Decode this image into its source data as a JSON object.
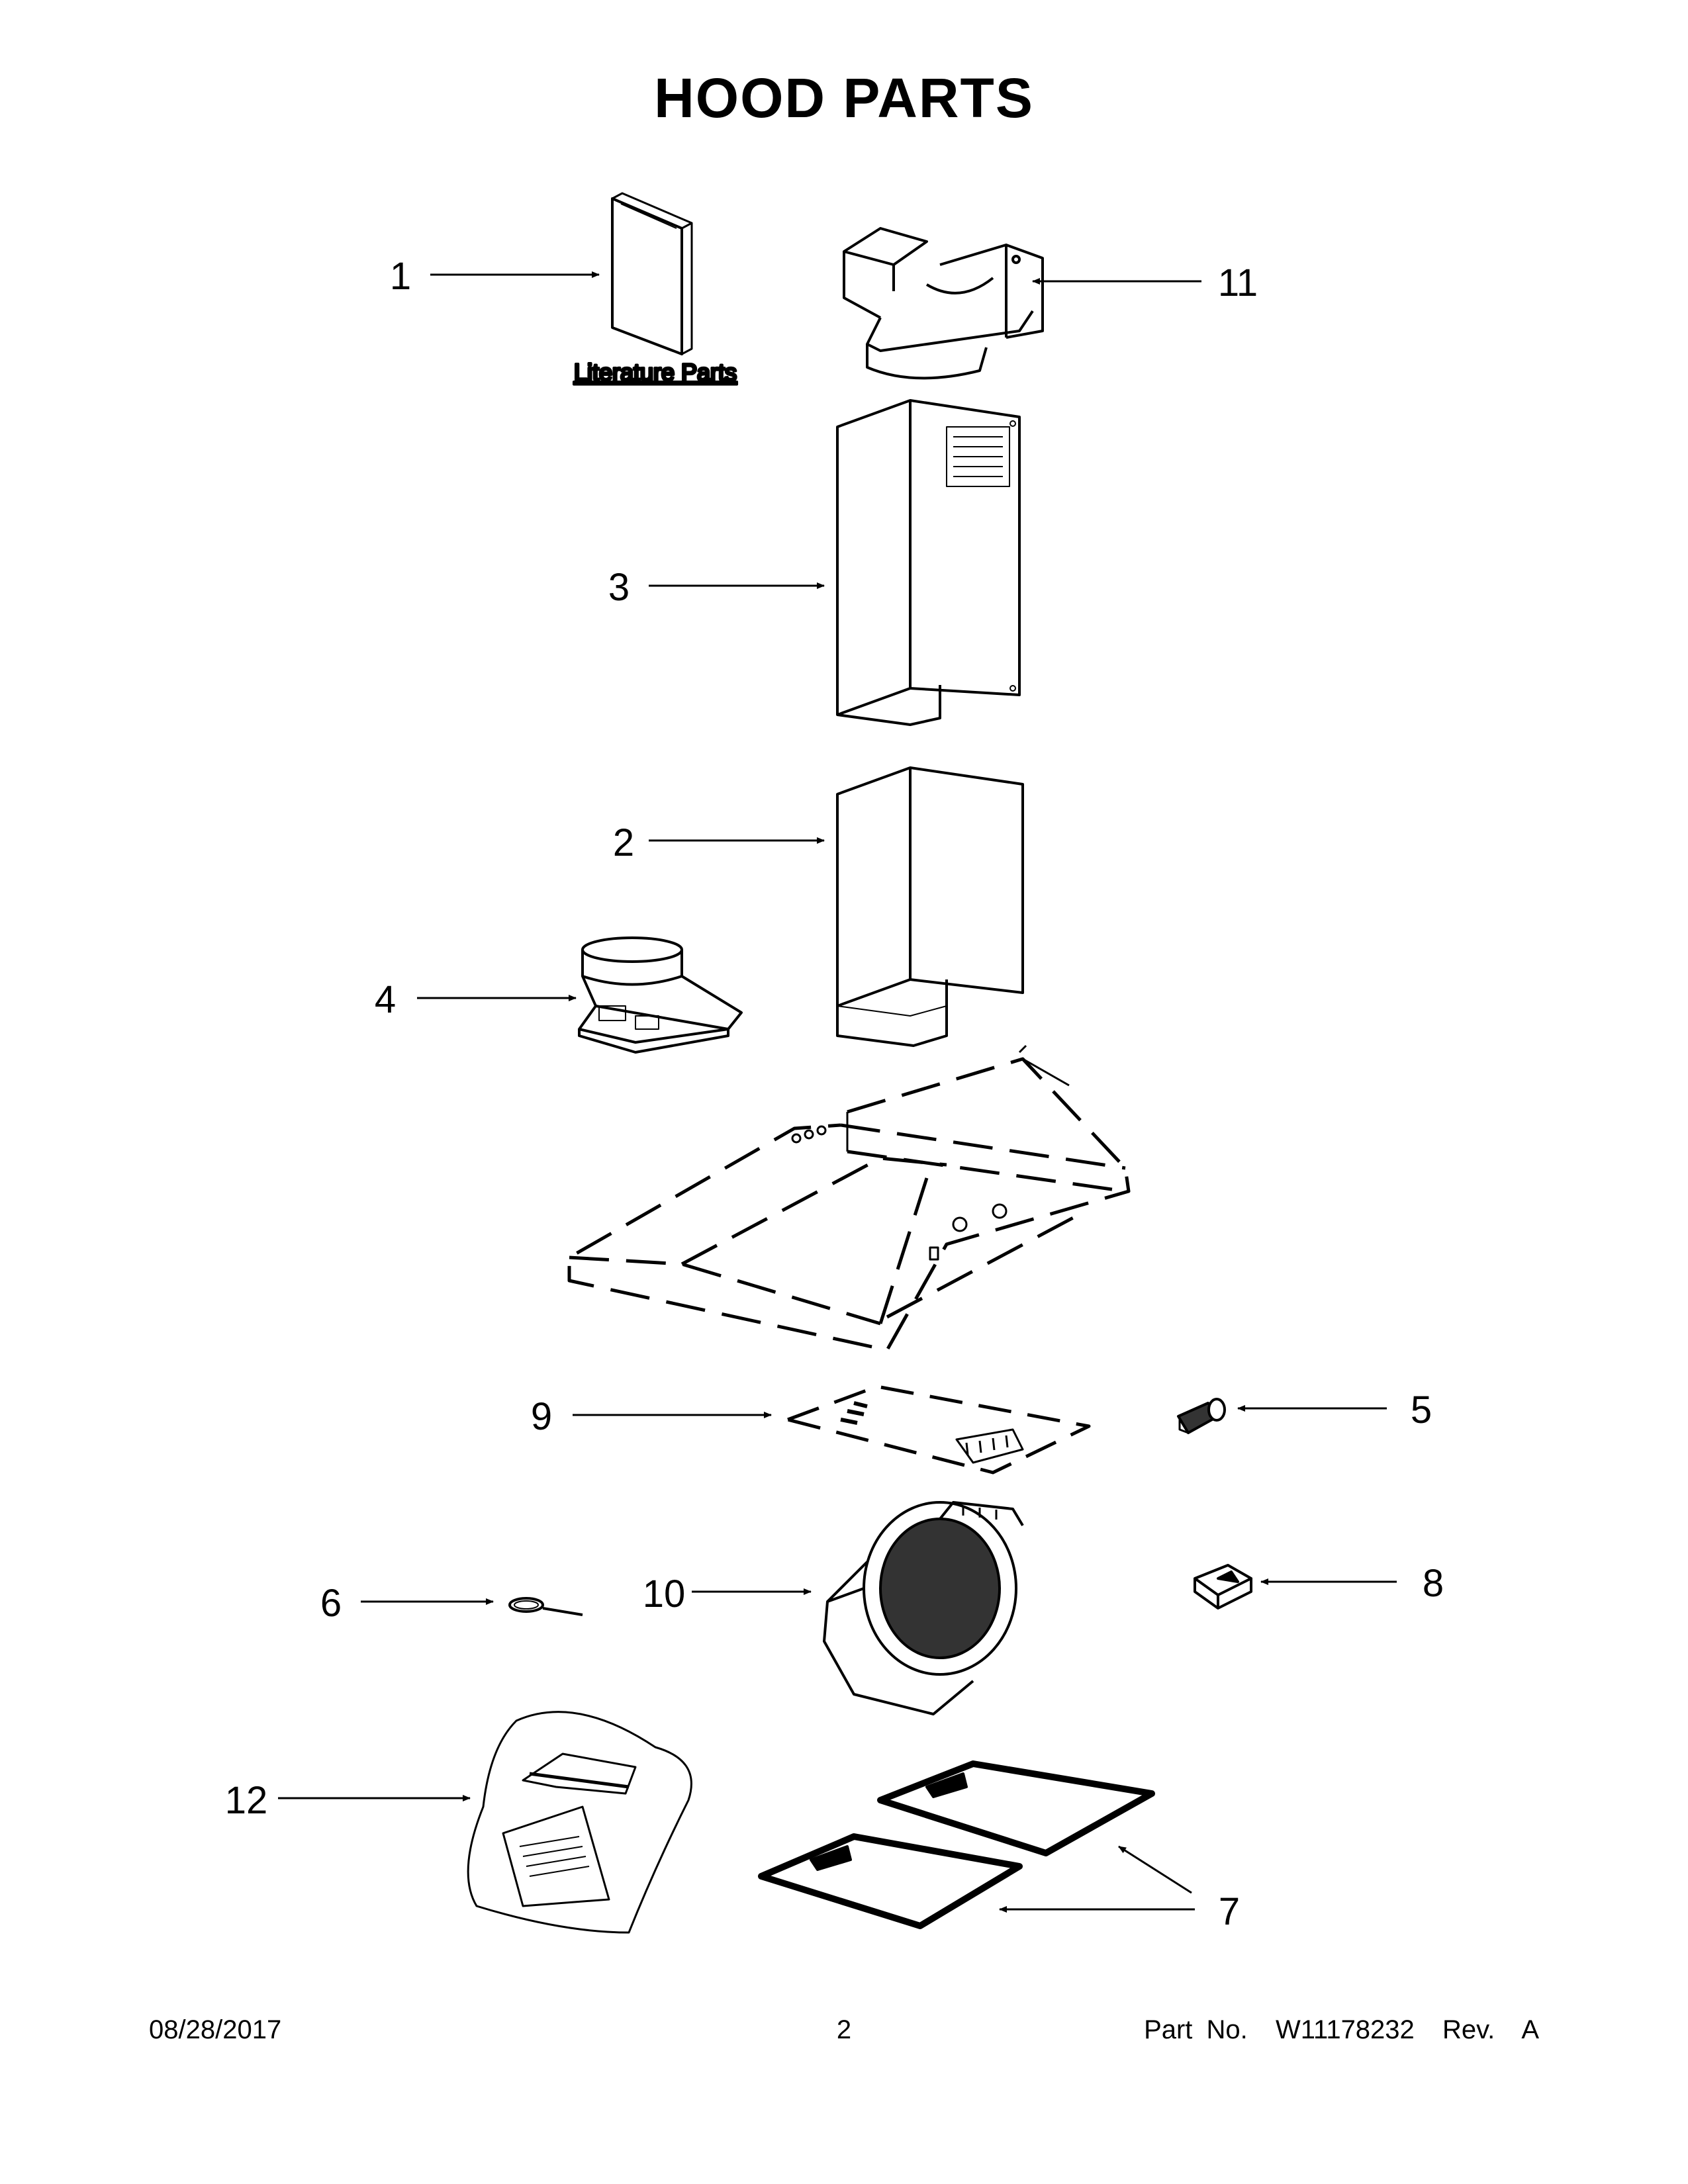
{
  "page_title": "HOOD PARTS",
  "literature_label": "Literature Parts",
  "callouts": [
    "1",
    "2",
    "3",
    "4",
    "5",
    "6",
    "7",
    "8",
    "9",
    "10",
    "11",
    "12"
  ],
  "footer": {
    "date": "08/28/2017",
    "page_number": "2",
    "part_number": "Part No.  W11178232  Rev.  A"
  }
}
